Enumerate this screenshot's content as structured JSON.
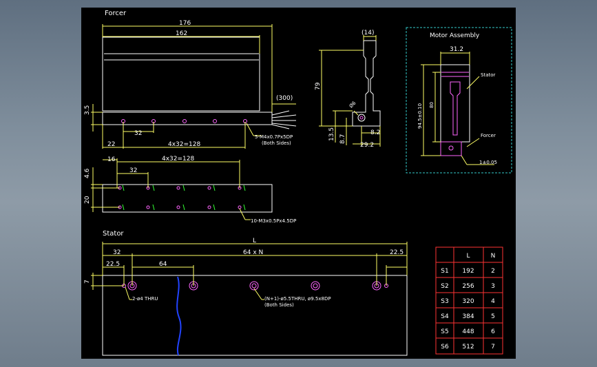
{
  "forcer": {
    "title": "Forcer",
    "dim_total": "176",
    "dim_inner": "162",
    "dim_cable": "(300)",
    "dim_height": "3.5",
    "dim_pitch": "32",
    "dim_offset": "22",
    "dim_span": "4x32=128",
    "note_holes": "5-M4x0.7Px5DP",
    "note_sides": "(Both Sides)"
  },
  "side_view": {
    "dim_top": "(14)",
    "dim_height": "79",
    "dim_13_5": "13.5",
    "dim_8_7": "8.7",
    "dim_8_2": "8.2",
    "dim_29_2": "29.2",
    "dim_angle": "Ø6"
  },
  "bottom_view": {
    "dim_16": "16",
    "dim_32": "32",
    "dim_span": "4x32=128",
    "dim_4_6": "4.6",
    "dim_20": "20",
    "note_holes": "10-M3x0.5Px4.5DP"
  },
  "motor_assembly": {
    "title": "Motor Assembly",
    "dim_width": "31.2",
    "dim_94_5": "94.5±0.10",
    "dim_80": "80",
    "label_stator": "Stator",
    "label_forcer": "Forcer",
    "dim_gap": "1±0.05"
  },
  "stator": {
    "title": "Stator",
    "dim_L": "L",
    "dim_32": "32",
    "dim_22_5_left": "22.5",
    "dim_64": "64",
    "dim_64N": "64 x N",
    "dim_22_5_right": "22.5",
    "dim_7": "7",
    "note_thru": "2-ø4 THRU",
    "note_holes": "(N+1)-ø5.5THRU, ø9.5x8DP",
    "note_sides": "(Both Sides)"
  },
  "table": {
    "headers": [
      "",
      "L",
      "N"
    ],
    "rows": [
      [
        "S1",
        "192",
        "2"
      ],
      [
        "S2",
        "256",
        "3"
      ],
      [
        "S3",
        "320",
        "4"
      ],
      [
        "S4",
        "384",
        "5"
      ],
      [
        "S5",
        "448",
        "6"
      ],
      [
        "S6",
        "512",
        "7"
      ]
    ]
  }
}
